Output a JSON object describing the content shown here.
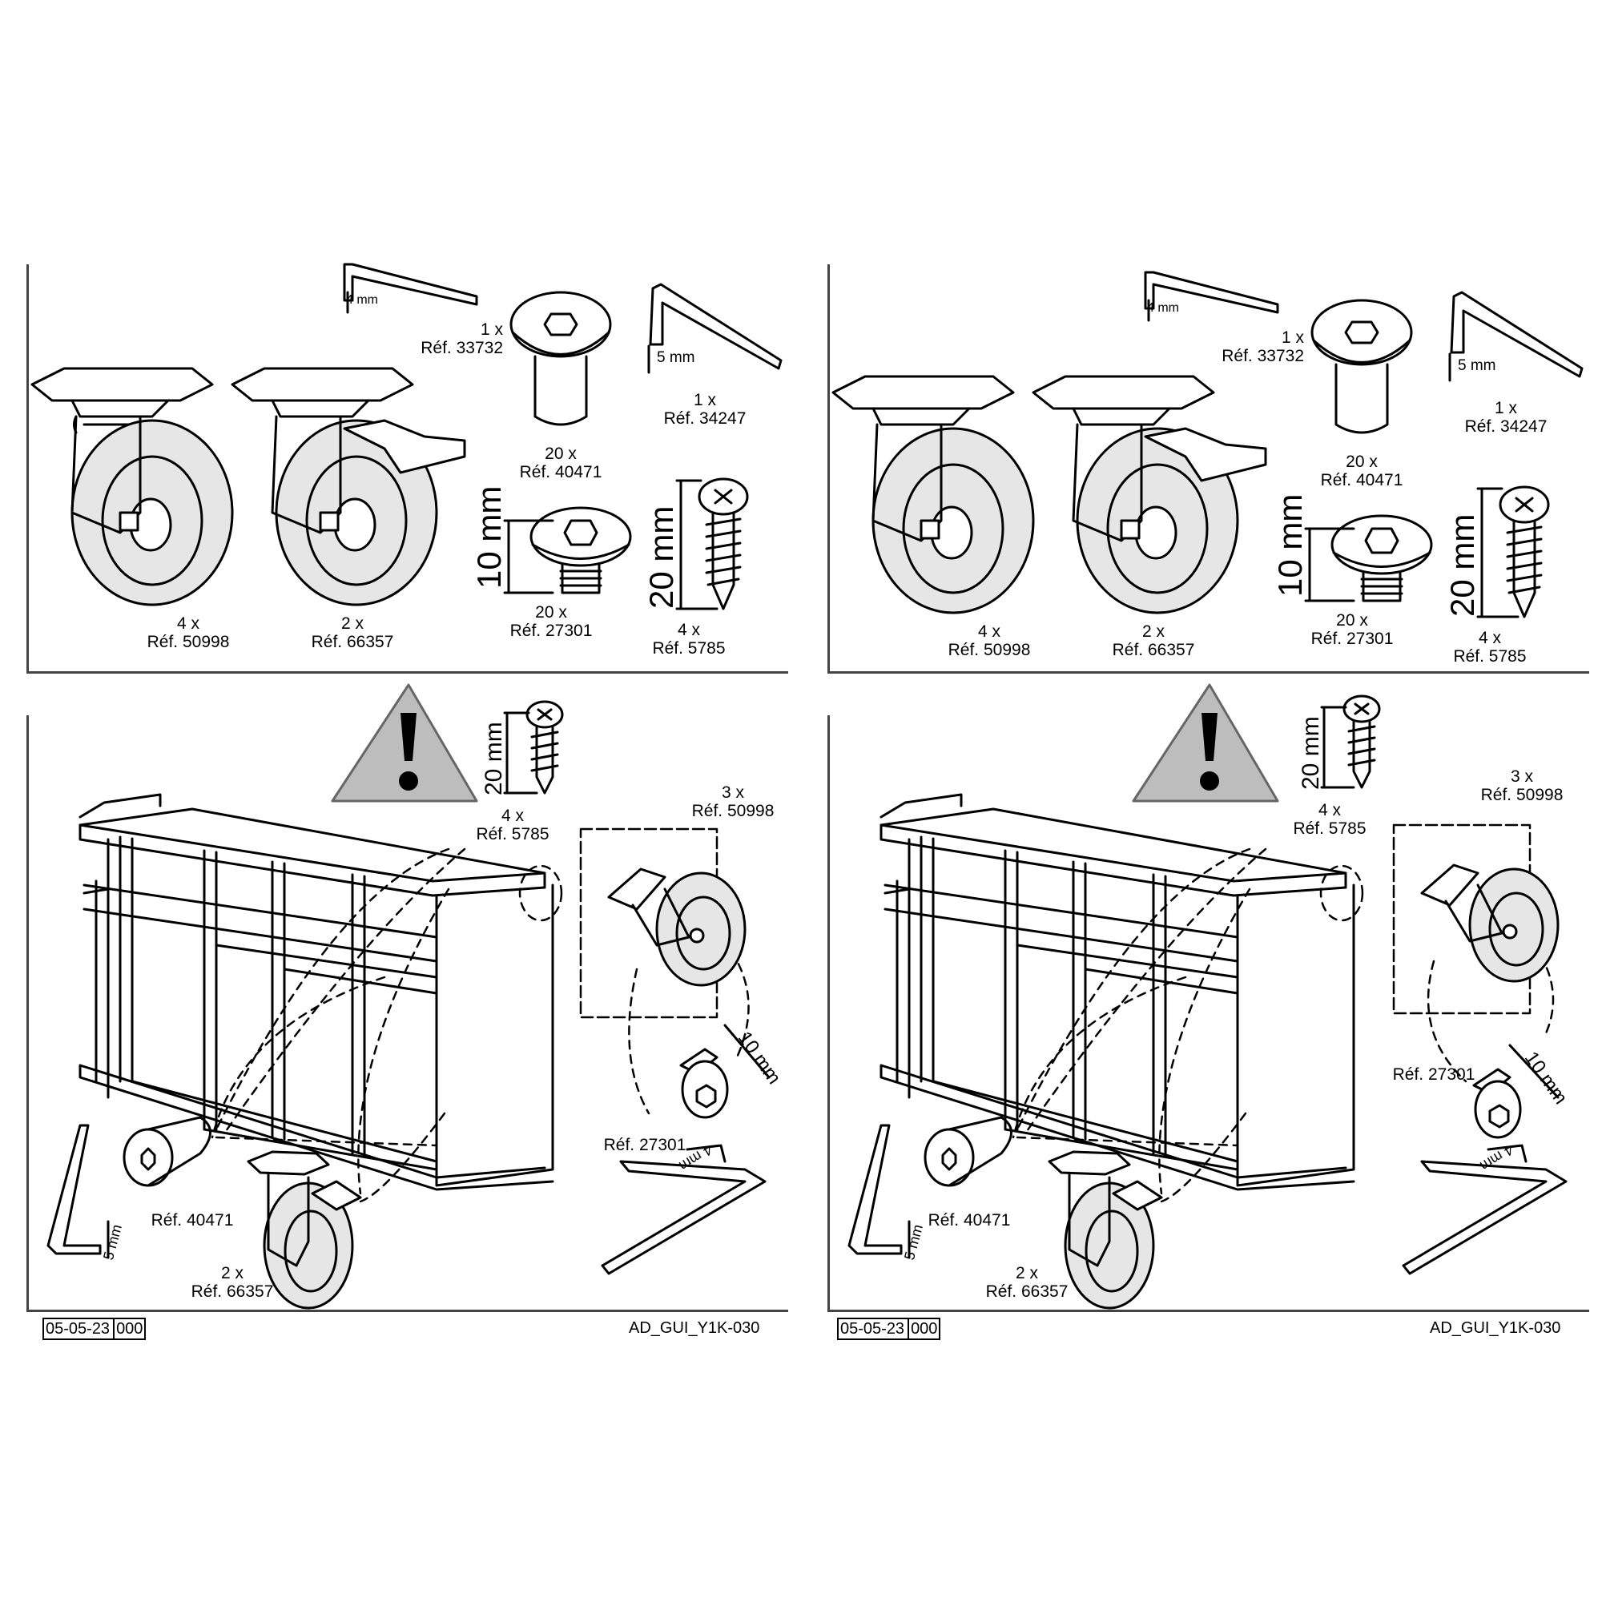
{
  "pages": [
    {
      "parts": {
        "caster_plain": {
          "qty": "4 x",
          "ref": "Réf. 50998"
        },
        "caster_brake": {
          "qty": "2 x",
          "ref": "Réf. 66357"
        },
        "hex_key_small": {
          "qty": "1 x",
          "ref": "Réf. 33732",
          "size": "4 mm"
        },
        "sleeve_nut": {
          "qty": "20 x",
          "ref": "Réf. 40471"
        },
        "hex_key_large": {
          "qty": "1 x",
          "ref": "Réf. 34247",
          "size": "5 mm"
        },
        "bolt": {
          "qty": "20 x",
          "ref": "Réf. 27301",
          "length": "10 mm"
        },
        "screw": {
          "qty": "4 x",
          "ref": "Réf. 5785",
          "length": "20 mm"
        }
      },
      "assembly": {
        "screw": {
          "qty": "4 x",
          "ref": "Réf. 5785",
          "length": "20 mm"
        },
        "caster_plain": {
          "qty": "3 x",
          "ref": "Réf. 50998"
        },
        "bolt": {
          "ref": "Réf. 27301",
          "length": "10 mm"
        },
        "sleeve_nut": {
          "ref": "Réf. 40471"
        },
        "caster_brake": {
          "qty": "2 x",
          "ref": "Réf. 66357"
        },
        "hex_key_large_size": "5 mm",
        "hex_key_small_size": "4 mm"
      },
      "footer": {
        "date": "05-05-23",
        "revision": "000",
        "code": "AD_GUI_Y1K-030"
      }
    },
    {
      "parts": {
        "caster_plain": {
          "qty": "4 x",
          "ref": "Réf. 50998"
        },
        "caster_brake": {
          "qty": "2 x",
          "ref": "Réf. 66357"
        },
        "hex_key_small": {
          "qty": "1 x",
          "ref": "Réf. 33732",
          "size": "4 mm"
        },
        "sleeve_nut": {
          "qty": "20 x",
          "ref": "Réf. 40471"
        },
        "hex_key_large": {
          "qty": "1 x",
          "ref": "Réf. 34247",
          "size": "5 mm"
        },
        "bolt": {
          "qty": "20 x",
          "ref": "Réf. 27301",
          "length": "10 mm"
        },
        "screw": {
          "qty": "4 x",
          "ref": "Réf. 5785",
          "length": "20 mm"
        }
      },
      "assembly": {
        "screw": {
          "qty": "4 x",
          "ref": "Réf. 5785",
          "length": "20 mm"
        },
        "caster_plain": {
          "qty": "3 x",
          "ref": "Réf. 50998"
        },
        "bolt": {
          "ref": "Réf. 27301",
          "length": "10 mm"
        },
        "sleeve_nut": {
          "ref": "Réf. 40471"
        },
        "caster_brake": {
          "qty": "2 x",
          "ref": "Réf. 66357"
        },
        "hex_key_large_size": "5 mm",
        "hex_key_small_size": "4 mm"
      },
      "footer": {
        "date": "05-05-23",
        "revision": "000",
        "code": "AD_GUI_Y1K-030"
      }
    }
  ],
  "icons": {
    "warning": "warning-triangle-icon",
    "caster": "caster-wheel-icon",
    "hex_key": "hex-key-icon",
    "screw": "screw-icon",
    "bolt": "bolt-icon",
    "sleeve_nut": "sleeve-nut-icon"
  },
  "colors": {
    "line": "#000000",
    "warning_fill": "#bdbdbd",
    "frame": "#444444",
    "wheel_fill": "#d9d9d9"
  }
}
